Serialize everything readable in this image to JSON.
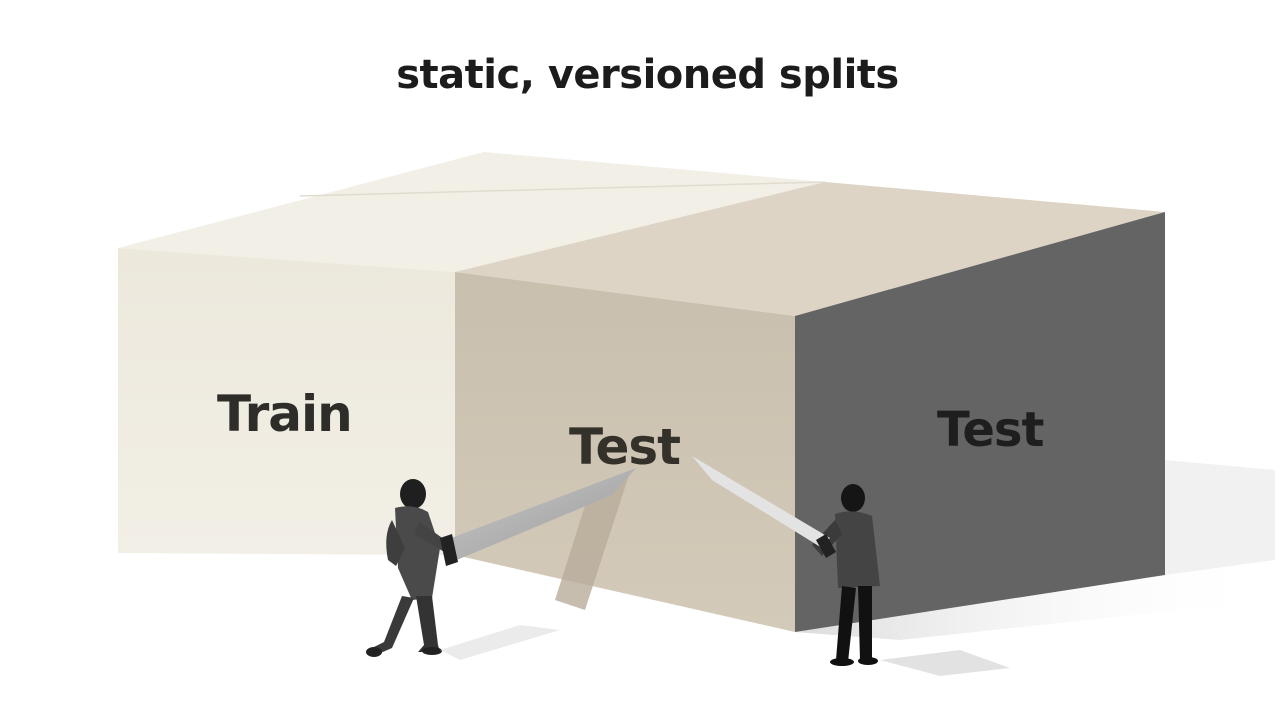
{
  "title": "static, versioned splits",
  "blocks": [
    {
      "id": "train",
      "label": "Train",
      "color": "#efebe0"
    },
    {
      "id": "test-middle",
      "label": "Test",
      "color": "#cdc3b2"
    },
    {
      "id": "test-right",
      "label": "Test",
      "color": "#666666"
    }
  ],
  "figures": [
    {
      "id": "left-person",
      "holding": "knife-icon"
    },
    {
      "id": "right-person",
      "holding": "knife-icon"
    }
  ]
}
